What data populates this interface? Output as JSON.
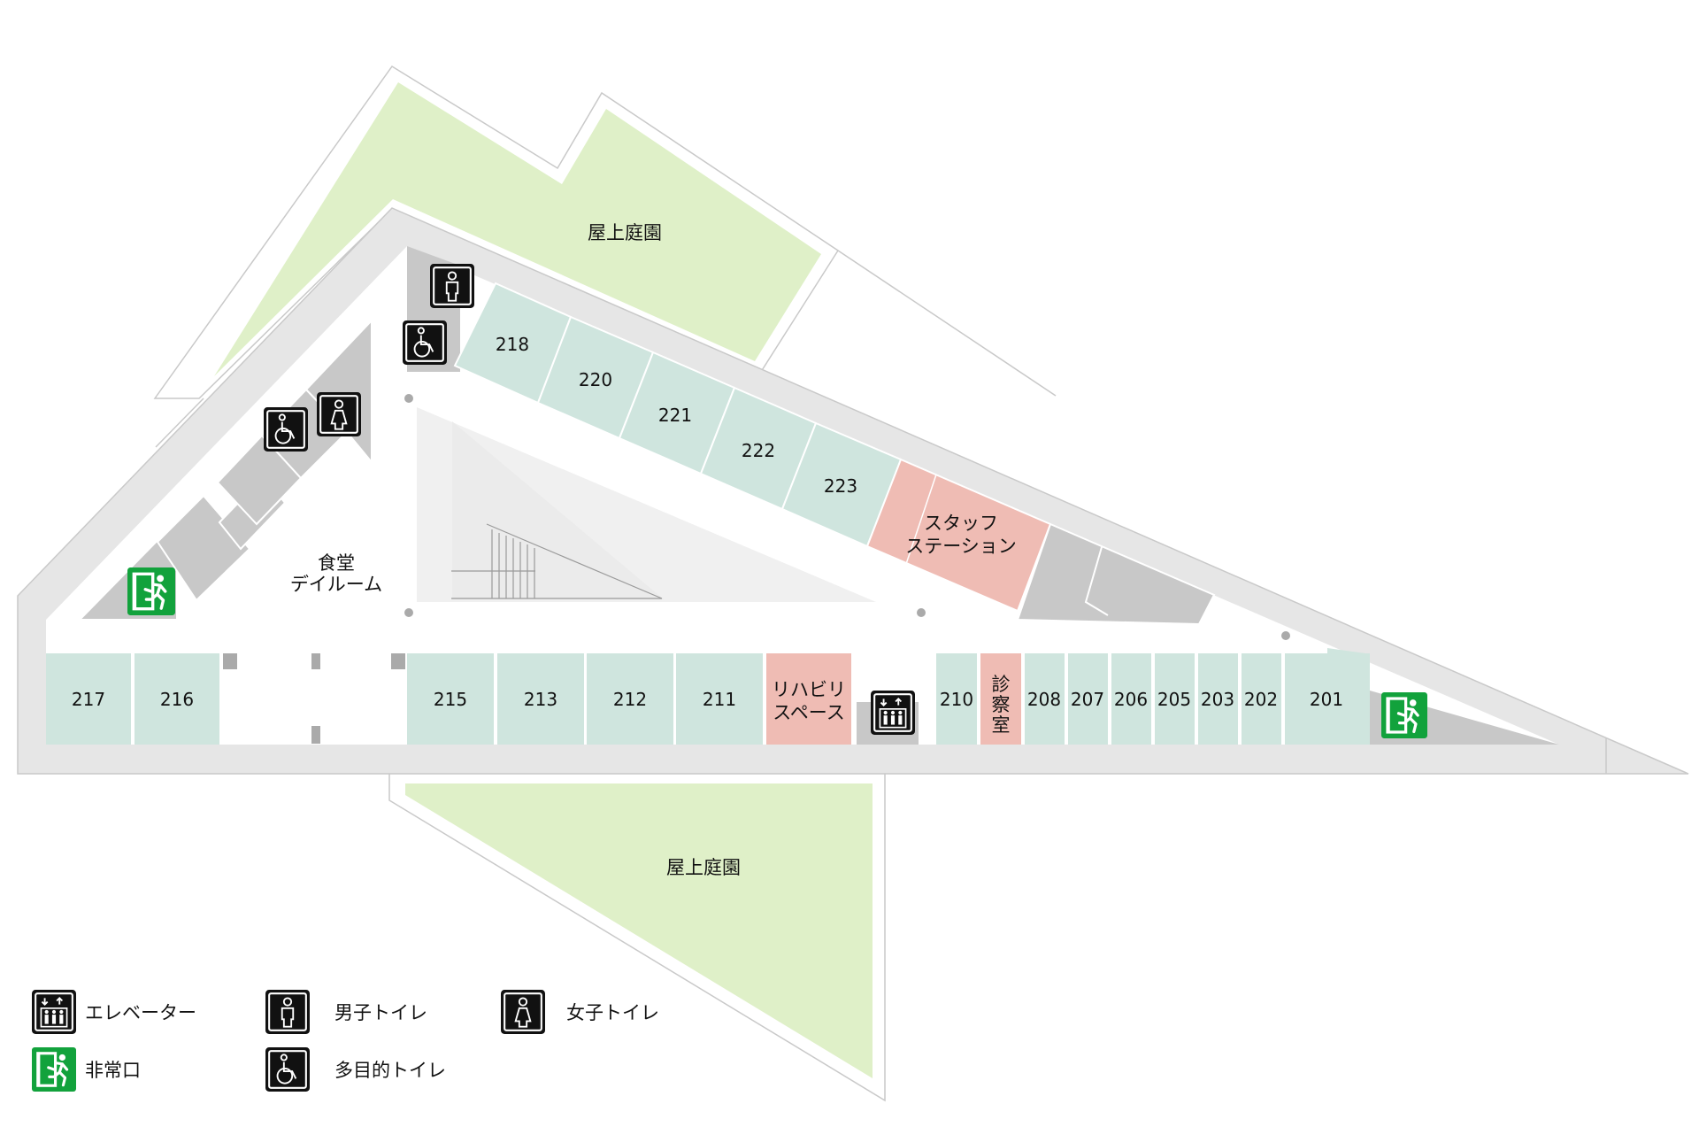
{
  "colors": {
    "garden": "#dff0c8",
    "room": "#cfe5de",
    "room_special": "#efbcb4",
    "service": "#c8c8c8",
    "corridor": "#ffffff",
    "outline": "#e6e6e6",
    "icon_bg": "#111111",
    "exit_green": "#12a23c"
  },
  "gardens": {
    "top": "屋上庭園",
    "bottom": "屋上庭園"
  },
  "areas": {
    "dining_line1": "食堂",
    "dining_line2": "デイルーム",
    "staff_line1": "スタッフ",
    "staff_line2": "ステーション",
    "rehab_line1": "リハビリ",
    "rehab_line2": "スペース",
    "exam_c1": "診",
    "exam_c2": "察",
    "exam_c3": "室"
  },
  "rooms": {
    "r217": "217",
    "r216": "216",
    "r215": "215",
    "r213": "213",
    "r212": "212",
    "r211": "211",
    "r210": "210",
    "r208": "208",
    "r207": "207",
    "r206": "206",
    "r205": "205",
    "r203": "203",
    "r202": "202",
    "r201": "201",
    "r218": "218",
    "r220": "220",
    "r221": "221",
    "r222": "222",
    "r223": "223"
  },
  "legend": {
    "elevator": {
      "label": "エレベーター",
      "icon": "elevator-icon"
    },
    "mens_toilet": {
      "label": "男子トイレ",
      "icon": "mens-toilet-icon"
    },
    "womens_toilet": {
      "label": "女子トイレ",
      "icon": "womens-toilet-icon"
    },
    "emergency_exit": {
      "label": "非常口",
      "icon": "emergency-exit-icon"
    },
    "accessible_toilet": {
      "label": "多目的トイレ",
      "icon": "accessible-toilet-icon"
    }
  }
}
